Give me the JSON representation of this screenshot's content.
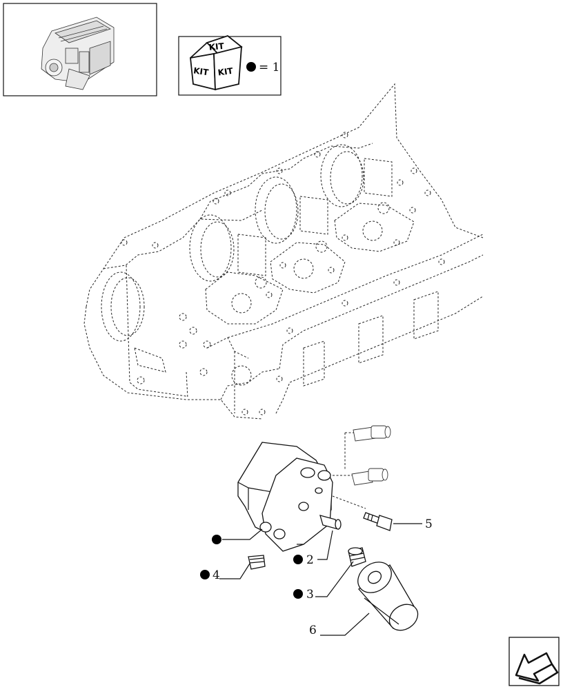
{
  "kit_legend": {
    "icon_labels": [
      "KIT",
      "KIT",
      "KIT"
    ],
    "equals_text": "= 1"
  },
  "callouts": [
    {
      "id": "unnumbered",
      "label": "",
      "kit": true
    },
    {
      "id": "2",
      "label": "2",
      "kit": true
    },
    {
      "id": "3",
      "label": "3",
      "kit": true
    },
    {
      "id": "4",
      "label": "4",
      "kit": true
    },
    {
      "id": "5",
      "label": "5",
      "kit": false
    },
    {
      "id": "6",
      "label": "6",
      "kit": false
    }
  ],
  "navigation": {
    "icon": "previous-page-arrow-icon"
  }
}
